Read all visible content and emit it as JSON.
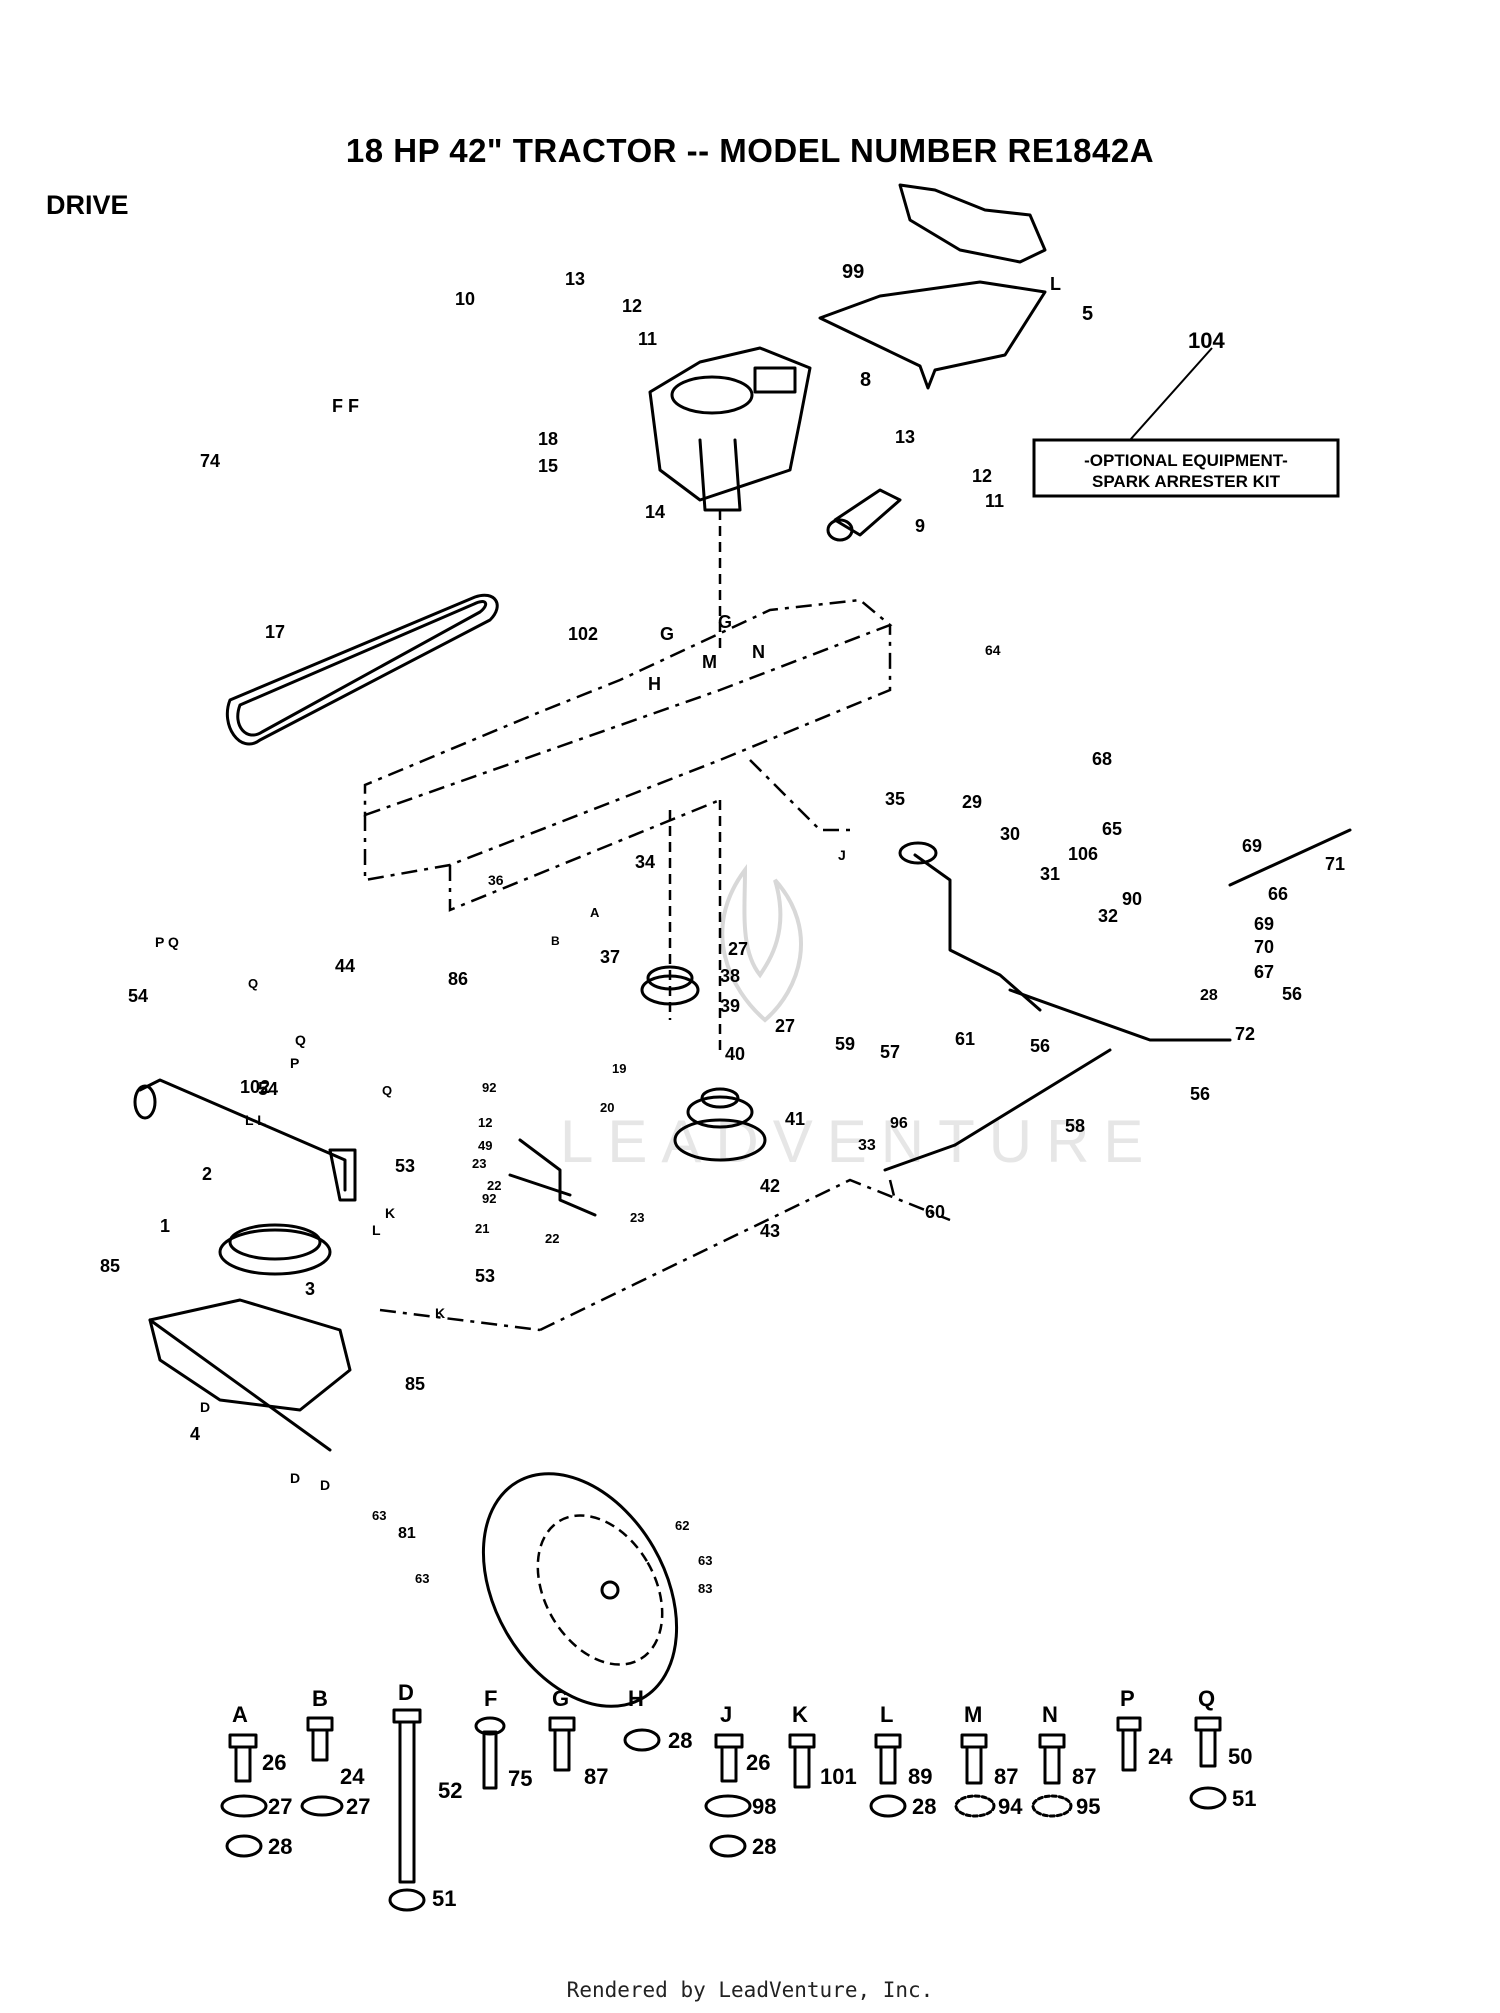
{
  "title": "18 HP 42\" TRACTOR -- MODEL NUMBER RE1842A",
  "section": "DRIVE",
  "optional_box": {
    "line1": "-OPTIONAL EQUIPMENT-",
    "line2": "SPARK ARRESTER KIT",
    "callout": "104"
  },
  "watermark": "LEADVENTURE",
  "callouts": [
    {
      "id": "c99",
      "text": "99"
    },
    {
      "id": "c5",
      "text": "5"
    },
    {
      "id": "cL1",
      "text": "L"
    },
    {
      "id": "c13a",
      "text": "13"
    },
    {
      "id": "c12a",
      "text": "12"
    },
    {
      "id": "c10",
      "text": "10"
    },
    {
      "id": "c11a",
      "text": "11"
    },
    {
      "id": "c8",
      "text": "8"
    },
    {
      "id": "cFF",
      "text": "F F"
    },
    {
      "id": "c74",
      "text": "74"
    },
    {
      "id": "c18",
      "text": "18"
    },
    {
      "id": "c15",
      "text": "15"
    },
    {
      "id": "c14",
      "text": "14"
    },
    {
      "id": "c13b",
      "text": "13"
    },
    {
      "id": "c12b",
      "text": "12"
    },
    {
      "id": "c11b",
      "text": "11"
    },
    {
      "id": "c9",
      "text": "9"
    },
    {
      "id": "c17",
      "text": "17"
    },
    {
      "id": "c102a",
      "text": "102"
    },
    {
      "id": "cG1",
      "text": "G"
    },
    {
      "id": "cG2",
      "text": "G"
    },
    {
      "id": "cH",
      "text": "H"
    },
    {
      "id": "cM",
      "text": "M"
    },
    {
      "id": "cN",
      "text": "N"
    },
    {
      "id": "c64",
      "text": "64"
    },
    {
      "id": "c68",
      "text": "68"
    },
    {
      "id": "c35",
      "text": "35"
    },
    {
      "id": "cJ1",
      "text": "J"
    },
    {
      "id": "c29",
      "text": "29"
    },
    {
      "id": "c30",
      "text": "30"
    },
    {
      "id": "c65",
      "text": "65"
    },
    {
      "id": "c69a",
      "text": "69"
    },
    {
      "id": "c71",
      "text": "71"
    },
    {
      "id": "c106",
      "text": "106"
    },
    {
      "id": "c31",
      "text": "31"
    },
    {
      "id": "c90",
      "text": "90"
    },
    {
      "id": "c66",
      "text": "66"
    },
    {
      "id": "c32",
      "text": "32"
    },
    {
      "id": "c69b",
      "text": "69"
    },
    {
      "id": "c70",
      "text": "70"
    },
    {
      "id": "c67",
      "text": "67"
    },
    {
      "id": "c28a",
      "text": "28"
    },
    {
      "id": "c56a",
      "text": "56"
    },
    {
      "id": "c72",
      "text": "72"
    },
    {
      "id": "c56b",
      "text": "56"
    },
    {
      "id": "c56c",
      "text": "56"
    },
    {
      "id": "c34",
      "text": "34"
    },
    {
      "id": "c36",
      "text": "36"
    },
    {
      "id": "cA1",
      "text": "A"
    },
    {
      "id": "cB1",
      "text": "B"
    },
    {
      "id": "c44",
      "text": "44"
    },
    {
      "id": "c86",
      "text": "86"
    },
    {
      "id": "c37",
      "text": "37"
    },
    {
      "id": "c27a",
      "text": "27"
    },
    {
      "id": "c38",
      "text": "38"
    },
    {
      "id": "c39",
      "text": "39"
    },
    {
      "id": "c27b",
      "text": "27"
    },
    {
      "id": "c40",
      "text": "40"
    },
    {
      "id": "c59",
      "text": "59"
    },
    {
      "id": "c57",
      "text": "57"
    },
    {
      "id": "c61",
      "text": "61"
    },
    {
      "id": "cPQ1",
      "text": "P Q"
    },
    {
      "id": "cQ1",
      "text": "Q"
    },
    {
      "id": "c54a",
      "text": "54"
    },
    {
      "id": "cQ2",
      "text": "Q"
    },
    {
      "id": "cP2",
      "text": "P"
    },
    {
      "id": "cQ3",
      "text": "Q"
    },
    {
      "id": "c54b",
      "text": "54"
    },
    {
      "id": "c92a",
      "text": "92"
    },
    {
      "id": "c19",
      "text": "19"
    },
    {
      "id": "c12c",
      "text": "12"
    },
    {
      "id": "c49",
      "text": "49"
    },
    {
      "id": "c20",
      "text": "20"
    },
    {
      "id": "c41",
      "text": "41"
    },
    {
      "id": "c58",
      "text": "58"
    },
    {
      "id": "c102b",
      "text": "102"
    },
    {
      "id": "cLL",
      "text": "L L"
    },
    {
      "id": "c53a",
      "text": "53"
    },
    {
      "id": "c23a",
      "text": "23"
    },
    {
      "id": "c22a",
      "text": "22"
    },
    {
      "id": "c96",
      "text": "96"
    },
    {
      "id": "c33",
      "text": "33"
    },
    {
      "id": "c2",
      "text": "2"
    },
    {
      "id": "c92b",
      "text": "92"
    },
    {
      "id": "c42",
      "text": "42"
    },
    {
      "id": "c60",
      "text": "60"
    },
    {
      "id": "cK1",
      "text": "K"
    },
    {
      "id": "c21",
      "text": "21"
    },
    {
      "id": "c22b",
      "text": "22"
    },
    {
      "id": "c23b",
      "text": "23"
    },
    {
      "id": "c43",
      "text": "43"
    },
    {
      "id": "c1",
      "text": "1"
    },
    {
      "id": "cL3",
      "text": "L"
    },
    {
      "id": "c53b",
      "text": "53"
    },
    {
      "id": "c85a",
      "text": "85"
    },
    {
      "id": "c3",
      "text": "3"
    },
    {
      "id": "cK2",
      "text": "K"
    },
    {
      "id": "cD1",
      "text": "D"
    },
    {
      "id": "c85b",
      "text": "85"
    },
    {
      "id": "c4",
      "text": "4"
    },
    {
      "id": "cD2",
      "text": "D"
    },
    {
      "id": "cD3",
      "text": "D"
    },
    {
      "id": "c63a",
      "text": "63"
    },
    {
      "id": "c81",
      "text": "81"
    },
    {
      "id": "c62",
      "text": "62"
    },
    {
      "id": "c63b",
      "text": "63"
    },
    {
      "id": "c63c",
      "text": "63"
    },
    {
      "id": "c83",
      "text": "83"
    }
  ],
  "hardware_legend": [
    {
      "letter": "A",
      "parts": [
        "26",
        "27",
        "28"
      ]
    },
    {
      "letter": "B",
      "parts": [
        "24",
        "27"
      ]
    },
    {
      "letter": "D",
      "parts": [
        "52",
        "51"
      ]
    },
    {
      "letter": "F",
      "parts": [
        "75"
      ]
    },
    {
      "letter": "G",
      "parts": [
        "87"
      ]
    },
    {
      "letter": "H",
      "parts": [
        "28"
      ]
    },
    {
      "letter": "J",
      "parts": [
        "26",
        "98",
        "28"
      ]
    },
    {
      "letter": "K",
      "parts": [
        "101"
      ]
    },
    {
      "letter": "L",
      "parts": [
        "89",
        "28"
      ]
    },
    {
      "letter": "M",
      "parts": [
        "87",
        "94"
      ]
    },
    {
      "letter": "N",
      "parts": [
        "87",
        "95"
      ]
    },
    {
      "letter": "P",
      "parts": [
        "24"
      ]
    },
    {
      "letter": "Q",
      "parts": [
        "50",
        "51"
      ]
    }
  ],
  "footer": "Rendered by LeadVenture, Inc."
}
